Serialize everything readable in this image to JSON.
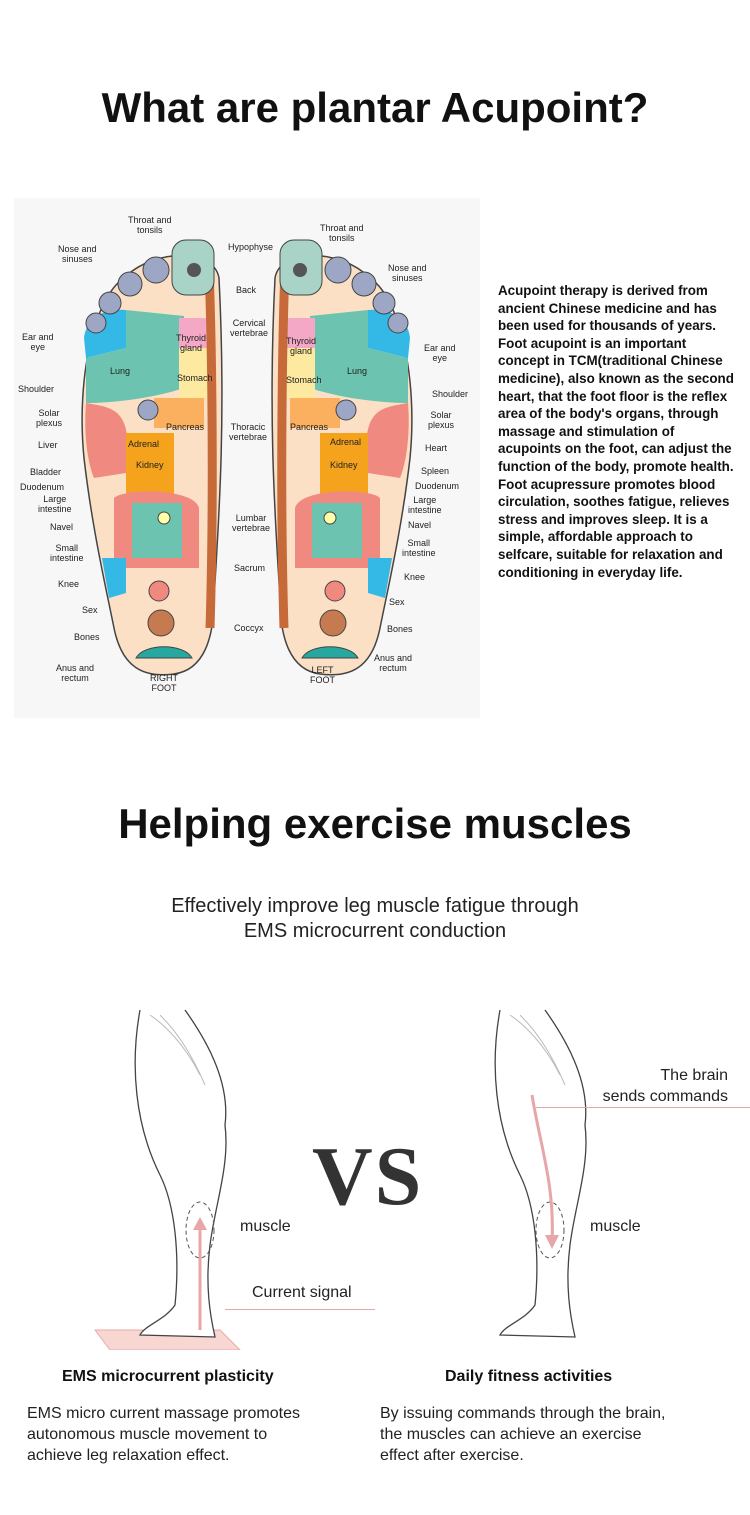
{
  "section1": {
    "title": "What are plantar Acupoint?",
    "paragraph1": "Acupoint therapy is derived from ancient Chinese medicine and has been used for thousands of years.",
    "paragraph2": "Foot acupoint is an important concept in TCM(traditional Chinese medicine), also known as the second heart, that the foot floor is the reflex area of the body's organs, through massage and stimulation of acupoints on the foot, can adjust the function of the body, promote health. Foot acupressure promotes blood circulation, soothes fatigue, relieves stress and improves sleep. It is a simple, affordable approach to selfcare, suitable for relaxation and conditioning in everyday life."
  },
  "diagram": {
    "right_foot": "RIGHT\nFOOT",
    "left_foot": "LEFT\nFOOT",
    "labels": {
      "throat_l": "Throat and\ntonsils",
      "nose_l": "Nose and\nsinuses",
      "hypophyse": "Hypophyse",
      "back": "Back",
      "cervical": "Cervical\nvertebrae",
      "ear_l": "Ear and\neye",
      "shoulder_l": "Shoulder",
      "solar_l": "Solar\nplexus",
      "liver": "Liver",
      "bladder": "Bladder",
      "duodenum_l": "Duodenum",
      "large_l": "Large\nintestine",
      "navel_l": "Navel",
      "small_l": "Small\nintestine",
      "knee_l": "Knee",
      "sex_l": "Sex",
      "bones_l": "Bones",
      "anus_l": "Anus and\nrectum",
      "thoracic": "Thoracic\nvertebrae",
      "lumbar": "Lumbar\nvertebrae",
      "sacrum": "Sacrum",
      "coccyx": "Coccyx",
      "throat_r": "Throat and\ntonsils",
      "nose_r": "Nose and\nsinuses",
      "ear_r": "Ear and\neye",
      "shoulder_r": "Shoulder",
      "solar_r": "Solar\nplexus",
      "heart": "Heart",
      "spleen": "Spleen",
      "duodenum_r": "Duodenum",
      "large_r": "Large\nintestine",
      "navel_r": "Navel",
      "small_r": "Small\nintestine",
      "knee_r": "Knee",
      "sex_r": "Sex",
      "bones_r": "Bones",
      "anus_r": "Anus and\nrectum",
      "lung": "Lung",
      "stomach": "Stomach",
      "thyroid": "Thyroid\ngland",
      "pancreas": "Pancreas",
      "adrenal": "Adrenal",
      "kidney": "Kidney"
    }
  },
  "section2": {
    "title": "Helping exercise muscles",
    "subtitle": "Effectively improve leg muscle fatigue through\nEMS microcurrent conduction",
    "vs": "VS",
    "left": {
      "muscle": "muscle",
      "signal": "Current signal",
      "heading": "EMS microcurrent plasticity",
      "text": "EMS micro current massage promotes\nautonomous muscle movement to\nachieve leg relaxation effect."
    },
    "right": {
      "brain": "The brain\nsends commands",
      "muscle": "muscle",
      "heading": "Daily fitness activities",
      "text": "By issuing commands through the brain,\nthe muscles can achieve an exercise\neffect after exercise."
    }
  },
  "colors": {
    "teal": "#6cc4b0",
    "cyan": "#34b8e6",
    "salmon": "#f08a80",
    "orange": "#f5a21c",
    "pink_arrow": "#e7a6a8",
    "skin": "#fbe0c6"
  }
}
